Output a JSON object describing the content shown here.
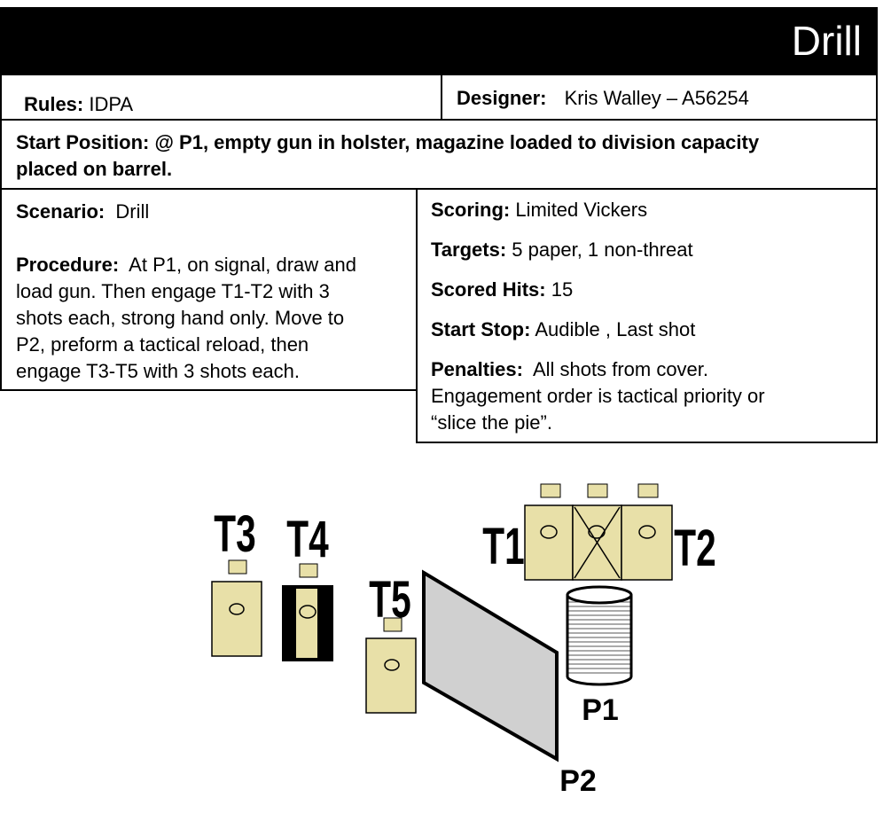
{
  "header": {
    "title": "Drill"
  },
  "rules": {
    "label": "Rules:",
    "value": "IDPA"
  },
  "designer": {
    "label": "Designer:",
    "value": "Kris Walley – A56254"
  },
  "start_position": {
    "label": "Start Position:",
    "line1": "@ P1, empty gun in holster, magazine loaded to division capacity",
    "line2": "placed on barrel."
  },
  "scenario": {
    "label": "Scenario:",
    "value": "Drill"
  },
  "procedure": {
    "label": "Procedure:",
    "line1": "At P1, on signal, draw and",
    "line2": "load gun.  Then engage T1-T2  with 3",
    "line3": "shots each, strong hand only.  Move to",
    "line4": "P2, preform a tactical reload, then",
    "line5": "engage T3-T5  with 3 shots each."
  },
  "scoring": {
    "label": "Scoring:",
    "value": "Limited Vickers"
  },
  "targets": {
    "label": "Targets:",
    "value": "5 paper, 1 non-threat"
  },
  "scored_hits": {
    "label": "Scored Hits:",
    "value": "15"
  },
  "start_stop": {
    "label": "Start Stop:",
    "value": "Audible , Last shot"
  },
  "penalties": {
    "label": "Penalties:",
    "line1": "All shots from cover.",
    "line2": "Engagement order is tactical priority or",
    "line3": "“slice the pie”."
  },
  "diagram": {
    "labels": {
      "t1": "T1",
      "t2": "T2",
      "t3": "T3",
      "t4": "T4",
      "t5": "T5",
      "p1": "P1",
      "p2": "P2"
    },
    "colors": {
      "target": "#e8e0a8",
      "wall": "#d0d0d0",
      "outline": "#000000"
    }
  }
}
